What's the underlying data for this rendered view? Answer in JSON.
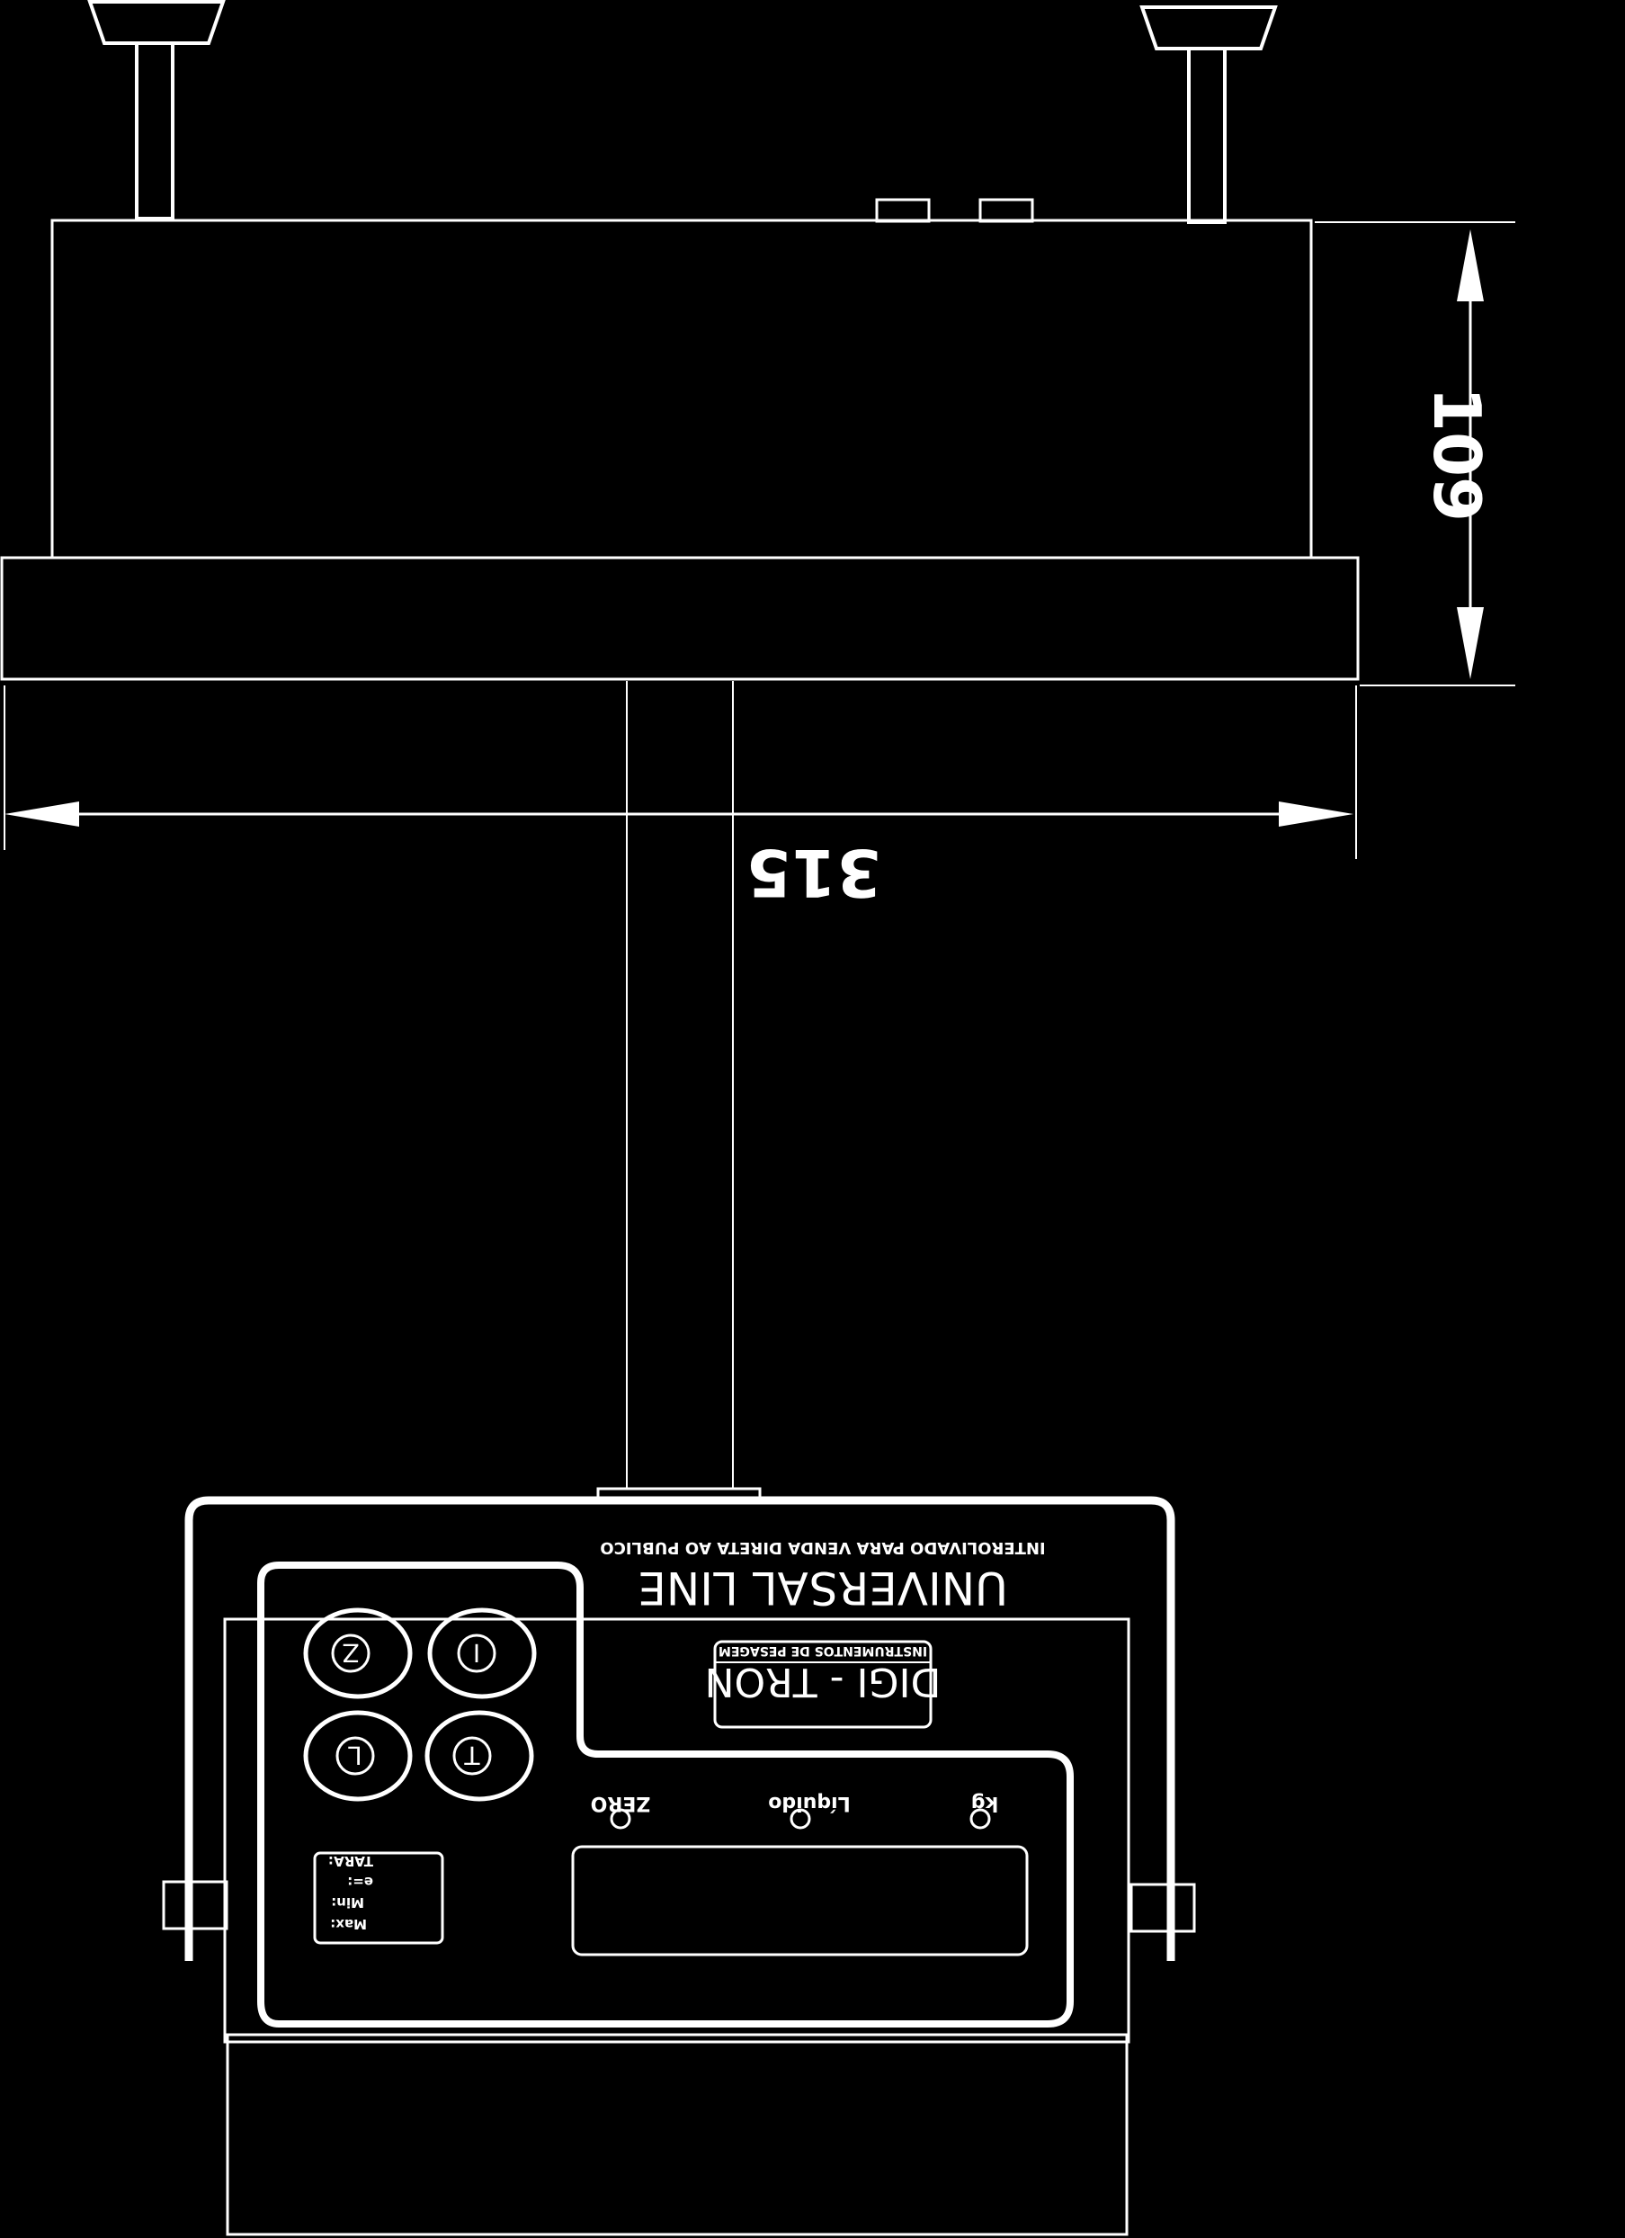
{
  "dimensions": {
    "height_value": "109",
    "width_value": "315"
  },
  "brand": {
    "title": "UNIVERSAL LINE",
    "subtitle": "INTEROLIVADO PARA VENDA DIRETA AO PUBLICO",
    "logo": "DIGI - TRON",
    "logo_caption": "INSTRUMENTOS DE PESAGEM"
  },
  "indicators": {
    "zero": "ZERO",
    "liquido": "Líquido",
    "kg": "kg"
  },
  "keys": {
    "key1": "Z",
    "key2": "I",
    "key3": "L",
    "key4": "T"
  },
  "spec_labels": {
    "line1": "TARA:",
    "line2": "e=:",
    "line3": "Min:",
    "line4": "Max:"
  },
  "colors": {
    "background": "#000000",
    "linework": "#ffffff"
  }
}
